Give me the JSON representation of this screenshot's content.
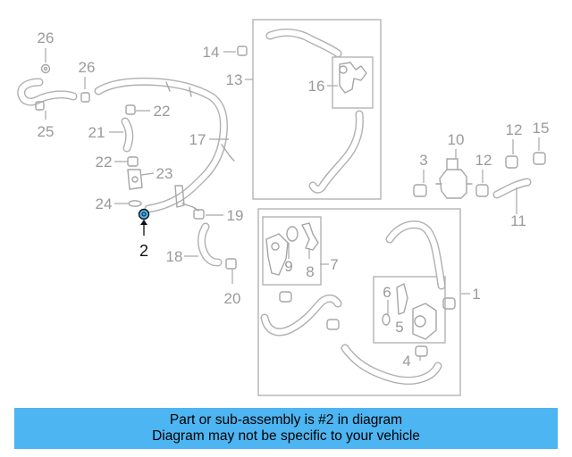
{
  "diagram": {
    "highlighted_part": "2",
    "callouts": [
      "26",
      "26",
      "25",
      "14",
      "13",
      "16",
      "22",
      "21",
      "17",
      "22",
      "23",
      "24",
      "2",
      "19",
      "18",
      "20",
      "10",
      "3",
      "12",
      "12",
      "15",
      "11",
      "7",
      "9",
      "8",
      "6",
      "5",
      "4",
      "1"
    ]
  },
  "banner": {
    "line1": "Part or sub-assembly is #2 in diagram",
    "line2": "Diagram may not be specific to your vehicle"
  },
  "colors": {
    "banner_bg": "#4db5f2",
    "highlight": "#111111",
    "parts": "#a6a6a6"
  }
}
